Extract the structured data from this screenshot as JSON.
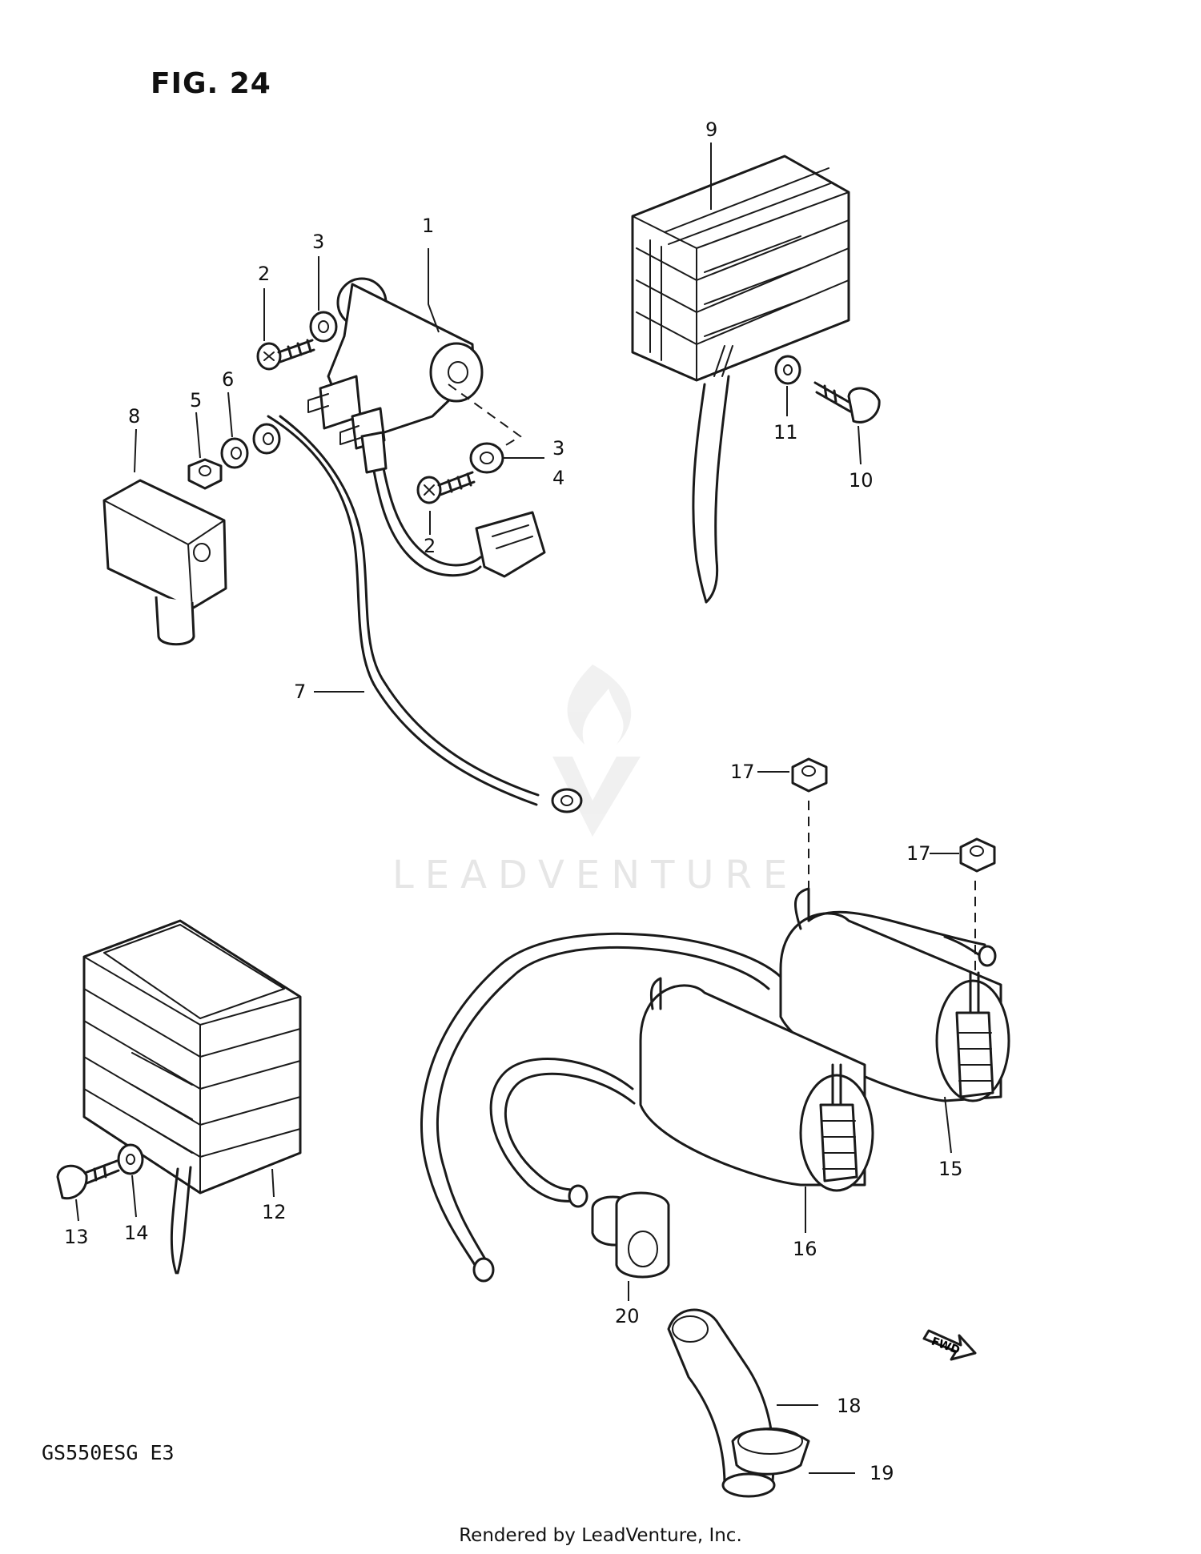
{
  "figure": {
    "title": "FIG. 24",
    "model_code": "GS550ESG  E3",
    "watermark": "LEADVENTURE",
    "footer": "Rendered by LeadVenture, Inc.",
    "fwd_label": "FWD"
  },
  "callouts": [
    {
      "id": "c1",
      "text": "1"
    },
    {
      "id": "c2a",
      "text": "2"
    },
    {
      "id": "c2b",
      "text": "2"
    },
    {
      "id": "c3a",
      "text": "3"
    },
    {
      "id": "c3b",
      "text": "3"
    },
    {
      "id": "c4",
      "text": "4"
    },
    {
      "id": "c5",
      "text": "5"
    },
    {
      "id": "c6",
      "text": "6"
    },
    {
      "id": "c7",
      "text": "7"
    },
    {
      "id": "c8",
      "text": "8"
    },
    {
      "id": "c9",
      "text": "9"
    },
    {
      "id": "c10",
      "text": "10"
    },
    {
      "id": "c11",
      "text": "11"
    },
    {
      "id": "c12",
      "text": "12"
    },
    {
      "id": "c13",
      "text": "13"
    },
    {
      "id": "c14",
      "text": "14"
    },
    {
      "id": "c15",
      "text": "15"
    },
    {
      "id": "c16",
      "text": "16"
    },
    {
      "id": "c17a",
      "text": "17"
    },
    {
      "id": "c17b",
      "text": "17"
    },
    {
      "id": "c18",
      "text": "18"
    },
    {
      "id": "c19",
      "text": "19"
    },
    {
      "id": "c20",
      "text": "20"
    }
  ]
}
